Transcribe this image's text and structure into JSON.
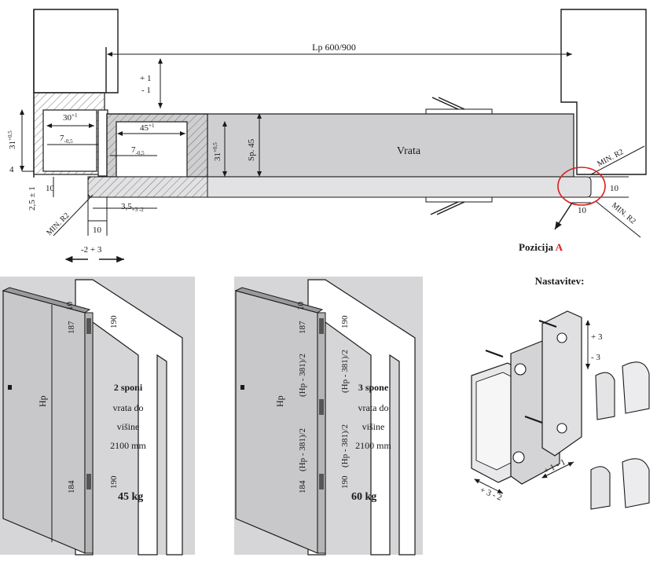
{
  "plan": {
    "lp": "Lp 600/900",
    "vrata": "Vrata",
    "sp": "Sp. 45",
    "plus1": "+ 1",
    "minus1": "- 1",
    "d31a": "31",
    "d31a_tol": "+0,5",
    "d30": "30",
    "d30_tol": "+1",
    "d7a": "7",
    "d7a_tol": "-0,5",
    "d45": "45",
    "d45_tol": "+1",
    "d7b": "7",
    "d7b_tol": "-0,5",
    "d31b": "31",
    "d31b_tol": "+0,5",
    "d4": "4",
    "d10l": "10",
    "d25": "2,5 ± 1",
    "d35": "3,5",
    "d35_tol": "+3 -2",
    "minr2_left": "MIN. R2",
    "d10b": "10",
    "adj": "-2   +   3",
    "minr2_top": "MIN. R2",
    "minr2_bottom": "MIN. R2",
    "d10r": "10",
    "d10rb": "10",
    "pozicija": "Pozicija",
    "pozicija_letter": "A",
    "accent_color": "#d42020"
  },
  "door2": {
    "d10": "10",
    "d187": "187",
    "d190": "190",
    "hp": "Hp",
    "title": "2 sponi",
    "l1": "vrata do",
    "l2": "višine",
    "l3": "2100 mm",
    "d184": "184",
    "d190b": "190",
    "weight": "45 kg"
  },
  "door3": {
    "d10": "10",
    "d187": "187",
    "d190": "190",
    "hp": "Hp",
    "mid1": "(Hp - 381)/2",
    "mid2": "(Hp - 381)/2",
    "mid3": "(Hp - 381)/2",
    "mid4": "(Hp - 381)/2",
    "title": "3 spone",
    "l1": "vrata do",
    "l2": "višine",
    "l3": "2100 mm",
    "d184": "184",
    "d190b": "190",
    "weight": "60 kg"
  },
  "adjust": {
    "title": "Nastavitev:",
    "v_plus": "+ 3",
    "v_minus": "- 3",
    "h_left": "+ 3   - 2",
    "h_mid": "+ 1   - 1"
  }
}
